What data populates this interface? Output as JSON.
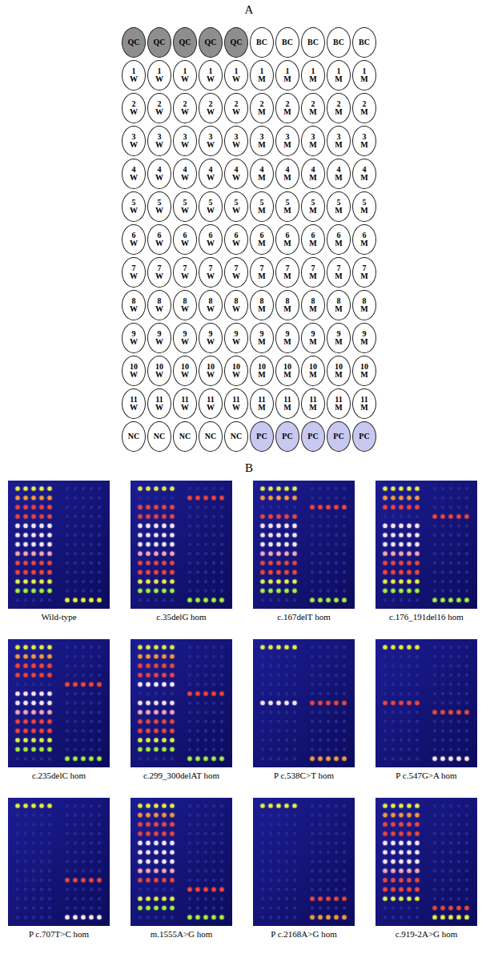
{
  "diagram": {
    "nodes": [
      {
        "text": [
          "QC"
        ]
      },
      {
        "text": [
          "QC"
        ]
      },
      {
        "text": [
          "QC"
        ]
      },
      {
        "text": [
          "QC"
        ]
      },
      {
        "text": [
          "QC"
        ]
      },
      {
        "text": [
          "BC"
        ]
      },
      {
        "text": [
          "BC"
        ]
      },
      {
        "text": [
          "BC"
        ]
      },
      {
        "text": [
          "BC"
        ]
      },
      {
        "text": [
          "BC"
        ]
      },
      {
        "text": [
          "1 W"
        ]
      },
      {
        "text": [
          "1 W"
        ]
      },
      {
        "text": [
          "1 W"
        ]
      },
      {
        "text": [
          "1 W"
        ]
      },
      {
        "text": [
          "1 W"
        ]
      },
      {
        "text": [
          "1 M"
        ]
      },
      {
        "text": [
          "1 M"
        ]
      },
      {
        "text": [
          "1 M"
        ]
      },
      {
        "text": [
          "1 M"
        ]
      },
      {
        "text": [
          "1 M"
        ]
      },
      {
        "text": [
          "2 W"
        ]
      },
      {
        "text": [
          "2 W"
        ]
      },
      {
        "text": [
          "2 W"
        ]
      },
      {
        "text": [
          "2 W"
        ]
      },
      {
        "text": [
          "2 W"
        ]
      },
      {
        "text": [
          "2 M"
        ]
      },
      {
        "text": [
          "2 M"
        ]
      },
      {
        "text": [
          "2 M"
        ]
      },
      {
        "text": [
          "2 M"
        ]
      },
      {
        "text": [
          "2 M"
        ]
      },
      {
        "text": [
          "3 W"
        ]
      },
      {
        "text": [
          "3 W"
        ]
      },
      {
        "text": [
          "3 W"
        ]
      },
      {
        "text": [
          "3 W"
        ]
      },
      {
        "text": [
          "3 W"
        ]
      },
      {
        "text": [
          "3 M"
        ]
      },
      {
        "text": [
          "3 M"
        ]
      },
      {
        "text": [
          "3 M"
        ]
      },
      {
        "text": [
          "3 M"
        ]
      },
      {
        "text": [
          "3 M"
        ]
      },
      {
        "text": [
          "4 W"
        ]
      },
      {
        "text": [
          "4 W"
        ]
      },
      {
        "text": [
          "4 W"
        ]
      },
      {
        "text": [
          "4 W"
        ]
      },
      {
        "text": [
          "4 W"
        ]
      },
      {
        "text": [
          "4 M"
        ]
      },
      {
        "text": [
          "4 M"
        ]
      },
      {
        "text": [
          "4 M"
        ]
      },
      {
        "text": [
          "4 M"
        ]
      },
      {
        "text": [
          "4 M"
        ]
      },
      {
        "text": [
          "5 W"
        ]
      },
      {
        "text": [
          "5 W"
        ]
      },
      {
        "text": [
          "5 W"
        ]
      },
      {
        "text": [
          "5 W"
        ]
      },
      {
        "text": [
          "5 W"
        ]
      },
      {
        "text": [
          "5 M"
        ]
      },
      {
        "text": [
          "5 M"
        ]
      },
      {
        "text": [
          "5 M"
        ]
      },
      {
        "text": [
          "5 M"
        ]
      },
      {
        "text": [
          "5 M"
        ]
      },
      {
        "text": [
          "6 W"
        ]
      },
      {
        "text": [
          "6 W"
        ]
      },
      {
        "text": [
          "6 W"
        ]
      },
      {
        "text": [
          "6 W"
        ]
      },
      {
        "text": [
          "6 W"
        ]
      },
      {
        "text": [
          "6 M"
        ]
      },
      {
        "text": [
          "6 M"
        ]
      },
      {
        "text": [
          "6 M"
        ]
      },
      {
        "text": [
          "6 M"
        ]
      },
      {
        "text": [
          "6 M"
        ]
      },
      {
        "text": [
          "7 W"
        ]
      },
      {
        "text": [
          "7 W"
        ]
      },
      {
        "text": [
          "7 W"
        ]
      },
      {
        "text": [
          "7 W"
        ]
      },
      {
        "text": [
          "7 W"
        ]
      },
      {
        "text": [
          "7 M"
        ]
      },
      {
        "text": [
          "7 M"
        ]
      },
      {
        "text": [
          "7 M"
        ]
      },
      {
        "text": [
          "7 M"
        ]
      },
      {
        "text": [
          "7 M"
        ]
      },
      {
        "text": [
          "8 W"
        ]
      },
      {
        "text": [
          "8 W"
        ]
      },
      {
        "text": [
          "8 W"
        ]
      },
      {
        "text": [
          "8 W"
        ]
      },
      {
        "text": [
          "8 W"
        ]
      },
      {
        "text": [
          "8 M"
        ]
      },
      {
        "text": [
          "8 M"
        ]
      },
      {
        "text": [
          "8 M"
        ]
      },
      {
        "text": [
          "8 M"
        ]
      },
      {
        "text": [
          "8 M"
        ]
      },
      {
        "text": [
          "9 W"
        ]
      },
      {
        "text": [
          "9 W"
        ]
      },
      {
        "text": [
          "9 W"
        ]
      },
      {
        "text": [
          "9 W"
        ]
      },
      {
        "text": [
          "9 W"
        ]
      },
      {
        "text": [
          "9 M"
        ]
      },
      {
        "text": [
          "9 M"
        ]
      },
      {
        "text": [
          "9 M"
        ]
      },
      {
        "text": [
          "9 M"
        ]
      },
      {
        "text": [
          "9 M"
        ]
      },
      {
        "text": [
          "10 W"
        ]
      },
      {
        "text": [
          "10 W"
        ]
      },
      {
        "text": [
          "10 W"
        ]
      },
      {
        "text": [
          "10 W"
        ]
      },
      {
        "text": [
          "10 W"
        ]
      },
      {
        "text": [
          "10 M"
        ]
      },
      {
        "text": [
          "10 M"
        ]
      },
      {
        "text": [
          "10 M"
        ]
      },
      {
        "text": [
          "10 M"
        ]
      },
      {
        "text": [
          "10 M"
        ]
      },
      {
        "text": [
          "11 W"
        ]
      },
      {
        "text": [
          "11 W"
        ]
      },
      {
        "text": [
          "11 W"
        ]
      },
      {
        "text": [
          "11 W"
        ]
      },
      {
        "text": [
          "11 W"
        ]
      },
      {
        "text": [
          "11 M"
        ]
      },
      {
        "text": [
          "11 M"
        ]
      },
      {
        "text": [
          "11 M"
        ]
      },
      {
        "text": [
          "11 M"
        ]
      },
      {
        "text": [
          "11 M"
        ]
      },
      {
        "text": [
          "NC"
        ]
      },
      {
        "text": [
          "NC"
        ]
      },
      {
        "text": [
          "NC"
        ]
      },
      {
        "text": [
          "NC"
        ]
      },
      {
        "text": [
          "NC"
        ]
      },
      {
        "text": [
          "PC"
        ]
      },
      {
        "text": [
          "PC"
        ]
      },
      {
        "text": [
          "PC"
        ]
      },
      {
        "text": [
          "PC"
        ]
      },
      {
        "text": [
          "PC"
        ]
      }
    ],
    "labels": [
      "A",
      "B",
      "Wild-type",
      "c.35delG hom",
      "c.167delT hom",
      "c.176_191del16 hom",
      "c.235delC hom",
      "c.299_300delAT hom",
      "P c.538C>T hom",
      "P c.547G>A hom",
      "P c.707T>C hom",
      "m.1555A>G hom",
      "P c.2168A>G hom",
      "c.919-2A>G hom"
    ]
  }
}
